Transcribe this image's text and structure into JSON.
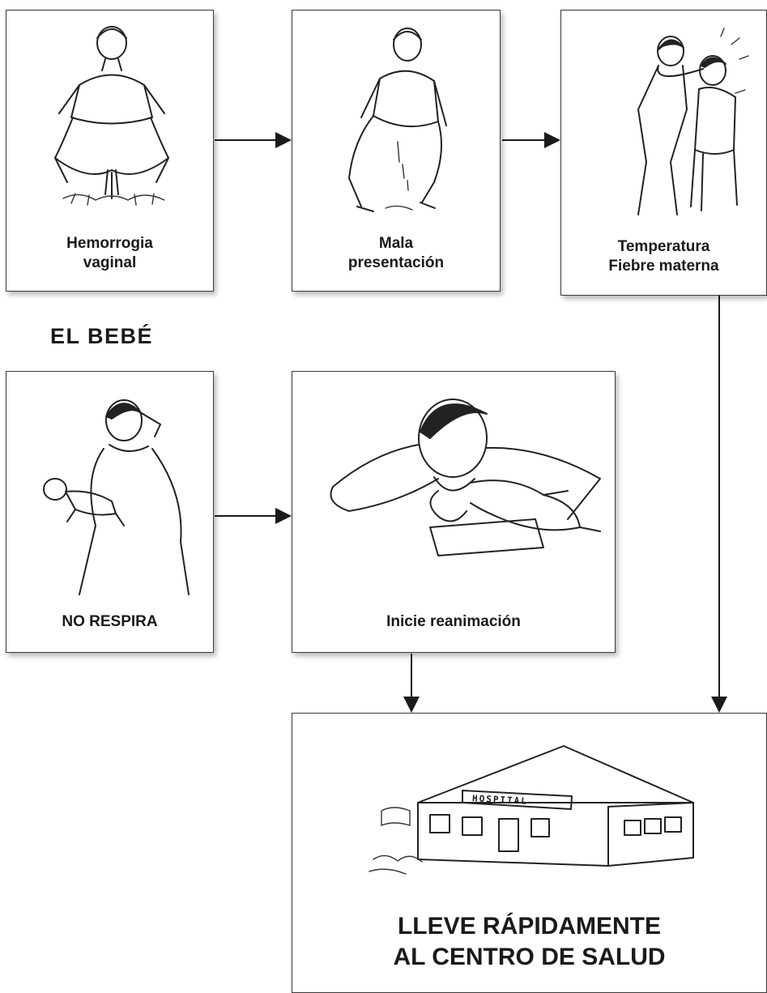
{
  "mother_signs": [
    {
      "line1": "Hemorrogia",
      "line2": "vaginal",
      "icon": "bleeding-woman-illustration"
    },
    {
      "line1": "Mala",
      "line2": "presentación",
      "icon": "squatting-pregnant-woman-illustration"
    },
    {
      "line1": "Temperatura",
      "line2": "Fiebre materna",
      "icon": "fever-check-illustration"
    }
  ],
  "baby_section": {
    "title": "EL BEBÉ",
    "not_breathing": {
      "label": "NO RESPIRA",
      "icon": "mother-holding-baby-illustration"
    },
    "resuscitation": {
      "label": "Inicie reanimación",
      "icon": "resuscitation-illustration"
    }
  },
  "destination": {
    "line1": "LLEVE RÁPIDAMENTE",
    "line2": "AL CENTRO DE SALUD",
    "hospital_sign": "HOSPITAL",
    "icon": "hospital-building-illustration"
  },
  "colors": {
    "ink": "#1a1a1a",
    "card_border": "#3a3a3a"
  }
}
